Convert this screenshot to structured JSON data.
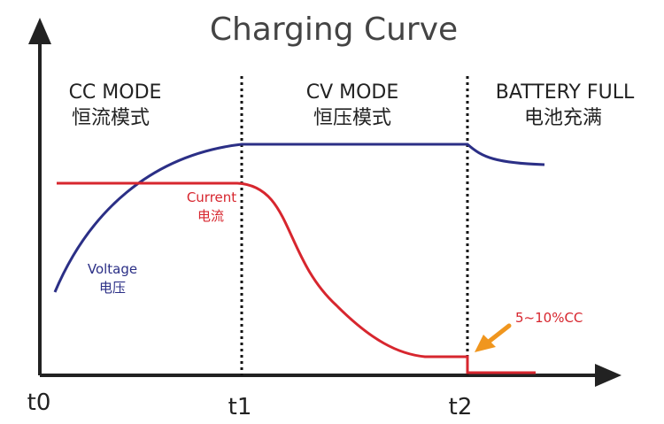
{
  "title": "Charging Curve",
  "modes": [
    {
      "en": "CC MODE",
      "zh": "恒流模式"
    },
    {
      "en": "CV MODE",
      "zh": "恒压模式"
    },
    {
      "en": "BATTERY FULL",
      "zh": "电池充满"
    }
  ],
  "curves": {
    "voltage": {
      "label_en": "Voltage",
      "label_zh": "电压",
      "color": "#2b2f86"
    },
    "current": {
      "label_en": "Current",
      "label_zh": "电流",
      "color": "#d7262e"
    }
  },
  "annotation": {
    "text": "5~10%CC",
    "color": "#d7262e",
    "arrow_color": "#f0961e"
  },
  "time_labels": [
    "t0",
    "t1",
    "t2"
  ],
  "colors": {
    "axis": "#222222",
    "title": "#444444",
    "text": "#222222"
  }
}
